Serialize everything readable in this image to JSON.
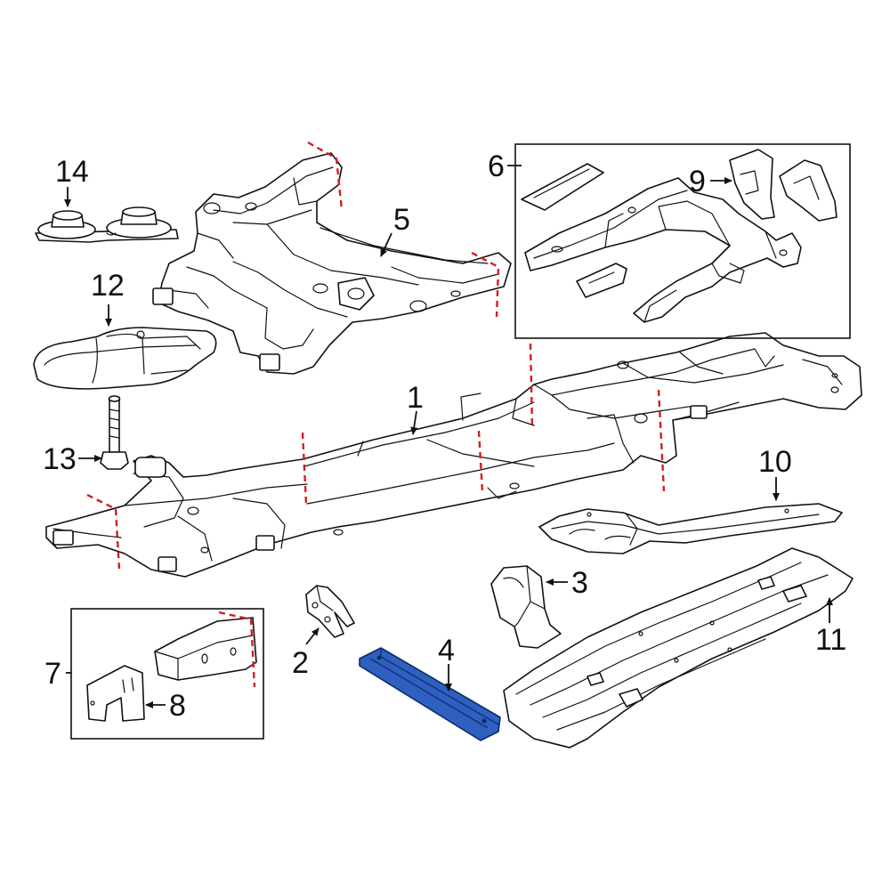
{
  "callouts": [
    {
      "id": "1",
      "label": "1"
    },
    {
      "id": "2",
      "label": "2"
    },
    {
      "id": "3",
      "label": "3"
    },
    {
      "id": "4",
      "label": "4"
    },
    {
      "id": "5",
      "label": "5"
    },
    {
      "id": "6",
      "label": "6"
    },
    {
      "id": "7",
      "label": "7"
    },
    {
      "id": "8",
      "label": "8"
    },
    {
      "id": "9",
      "label": "9"
    },
    {
      "id": "10",
      "label": "10"
    },
    {
      "id": "11",
      "label": "11"
    },
    {
      "id": "12",
      "label": "12"
    },
    {
      "id": "13",
      "label": "13"
    },
    {
      "id": "14",
      "label": "14"
    }
  ],
  "colors": {
    "line": "#111111",
    "cut_line": "#d21f1f",
    "highlight_part": "#2f5fbf",
    "background": "#ffffff"
  },
  "highlighted_callout": "4"
}
